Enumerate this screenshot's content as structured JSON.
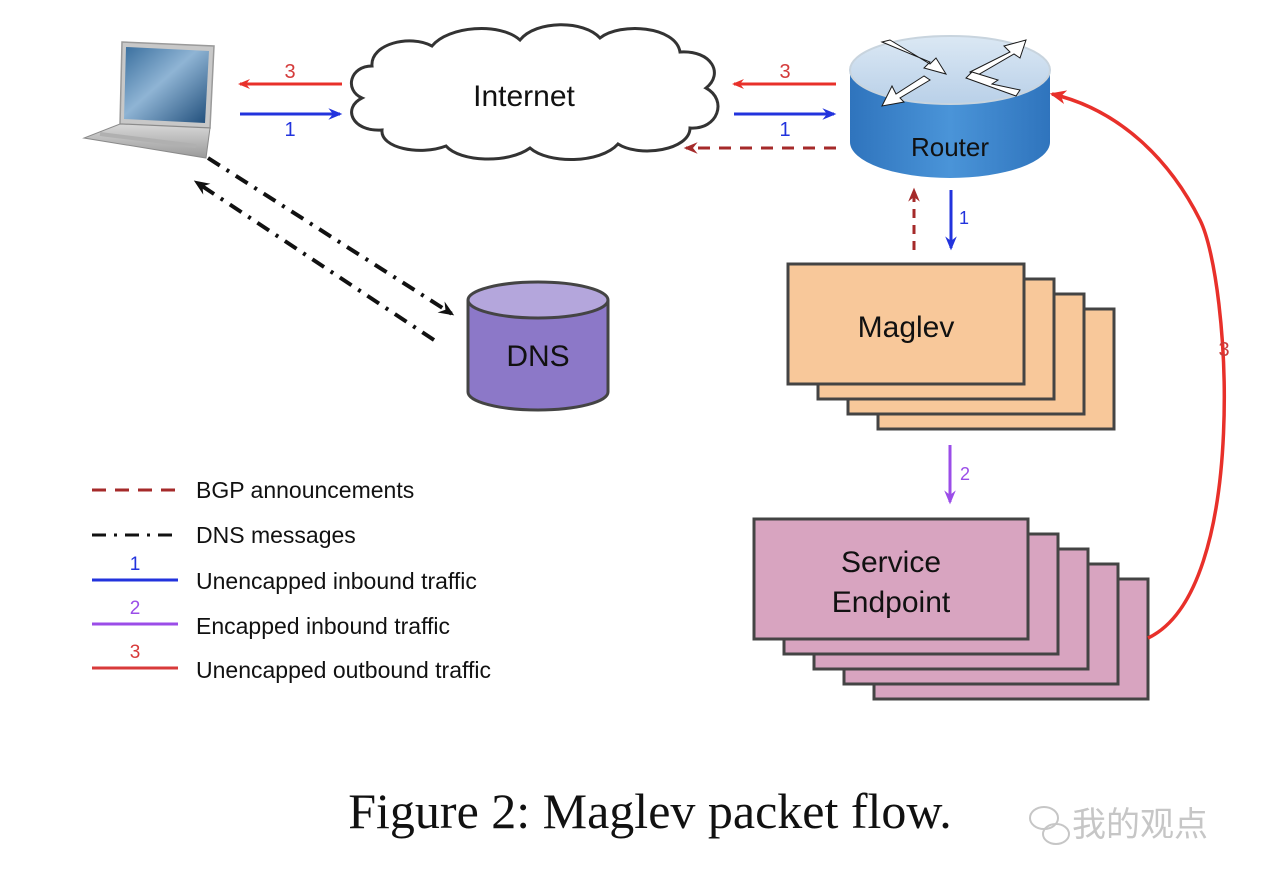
{
  "nodes": {
    "client": {
      "label": "",
      "icon": "laptop-icon"
    },
    "internet": {
      "label": "Internet",
      "icon": "cloud-icon"
    },
    "router": {
      "label": "Router",
      "icon": "router-icon"
    },
    "dns": {
      "label": "DNS",
      "icon": "database-icon"
    },
    "maglev": {
      "label": "Maglev",
      "icon": "stacked-boxes"
    },
    "service": {
      "label_line1": "Service",
      "label_line2": "Endpoint",
      "icon": "stacked-boxes"
    }
  },
  "edge_labels": {
    "client_internet_out": "3",
    "client_internet_in": "1",
    "internet_router_out": "3",
    "internet_router_in": "1",
    "router_maglev": "1",
    "maglev_service": "2",
    "service_router": "3"
  },
  "legend": [
    {
      "style": "dashed",
      "number": "",
      "label": "BGP announcements"
    },
    {
      "style": "dashdot",
      "number": "",
      "label": "DNS messages"
    },
    {
      "style": "solid",
      "number": "1",
      "label": "Unencapped inbound traffic"
    },
    {
      "style": "solid",
      "number": "2",
      "label": "Encapped inbound traffic"
    },
    {
      "style": "solid",
      "number": "3",
      "label": "Unencapped outbound traffic"
    }
  ],
  "colors": {
    "bgp": "#a52a2a",
    "dns": "#111111",
    "unencapped_inbound": "#2233dd",
    "encapped_inbound": "#9b4de8",
    "unencapped_outbound": "#e8302a",
    "maglev_fill": "#f8c89a",
    "service_fill": "#d8a4c0",
    "dns_fill": "#8c78c8",
    "router_blue": "#3b86cf"
  },
  "caption": "Figure 2: Maglev packet flow.",
  "watermark": "我的观点"
}
